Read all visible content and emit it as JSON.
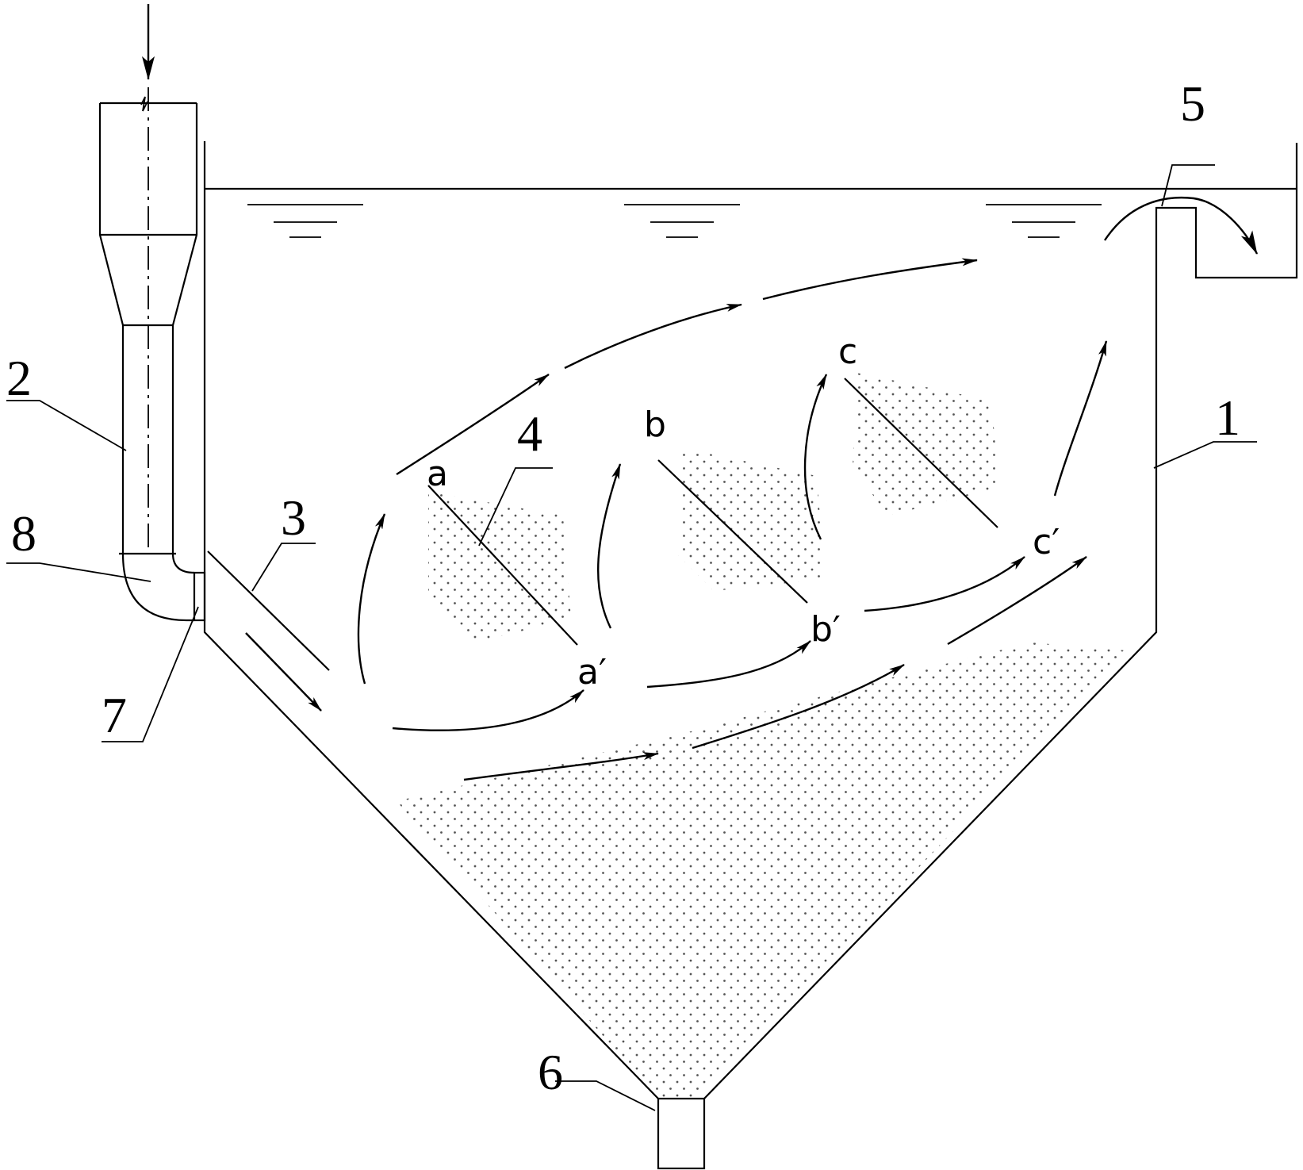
{
  "component_labels": {
    "tank": "1",
    "feed_pipe": "2",
    "inlet_baffle": "3",
    "inclined_plate": "4",
    "outlet_weir": "5",
    "sludge_outlet": "6",
    "inlet_port": "7",
    "elbow": "8"
  },
  "plate_points": {
    "a_top": "a",
    "a_bottom": "a′",
    "b_top": "b",
    "b_bottom": "b′",
    "c_top": "c",
    "c_bottom": "c′"
  },
  "colors": {
    "line": "#000000",
    "background": "#ffffff",
    "stipple": "#555555"
  }
}
